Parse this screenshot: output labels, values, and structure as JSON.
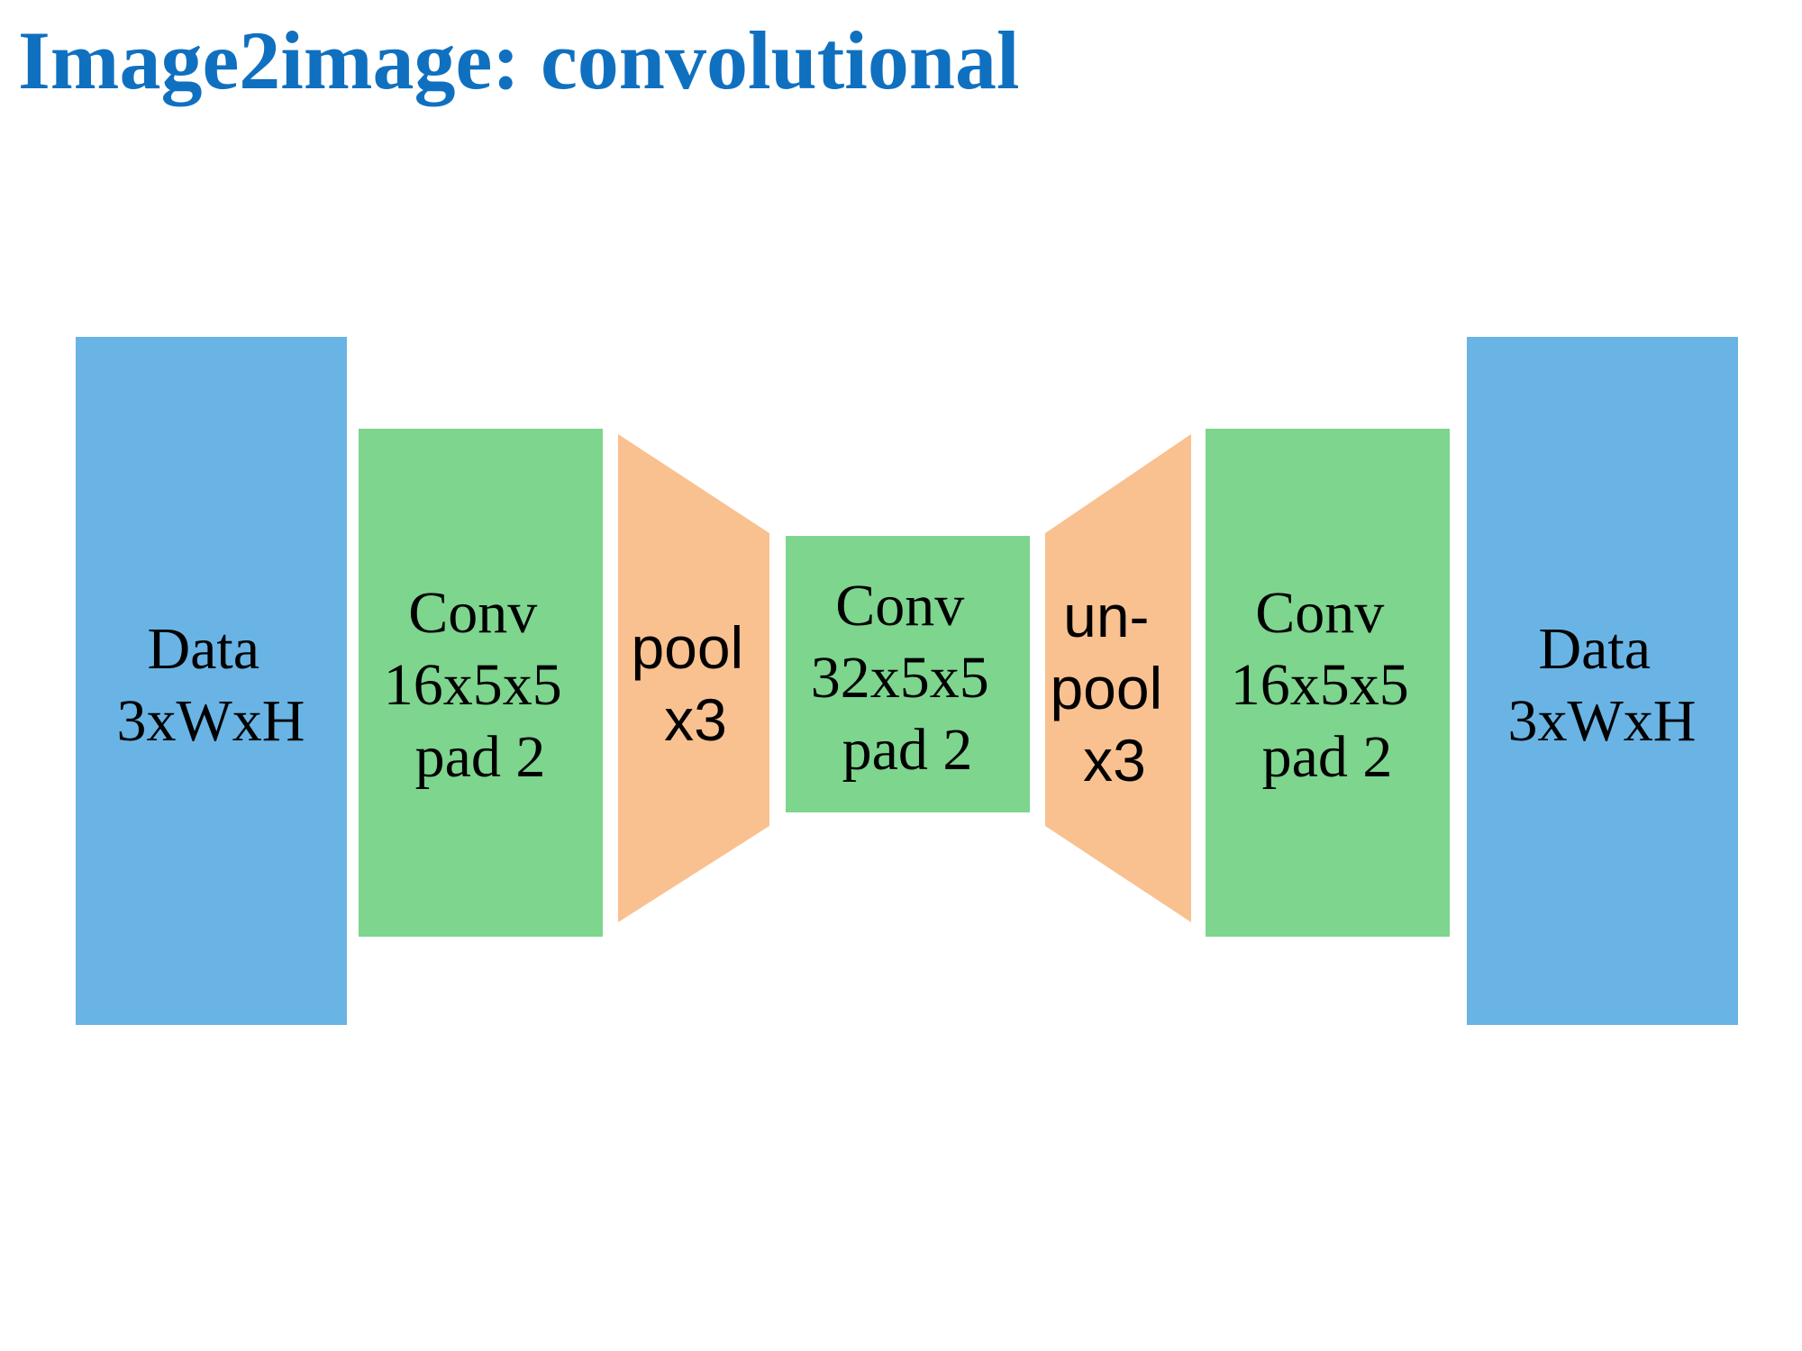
{
  "title": "Image2image: convolutional",
  "colors": {
    "title": "#1070c0",
    "data_block": "#69b4e4",
    "conv_block": "#7dd58e",
    "pool_block": "#f9c190",
    "text": "#000000"
  },
  "blocks": {
    "input_data": {
      "lines": [
        "Data",
        "3xWxH"
      ]
    },
    "conv1": {
      "lines": [
        "Conv",
        "16x5x5",
        "pad 2"
      ]
    },
    "pool": {
      "lines": [
        "pool",
        "x3"
      ]
    },
    "conv2": {
      "lines": [
        "Conv",
        "32x5x5",
        "pad 2"
      ]
    },
    "unpool": {
      "lines": [
        "un-",
        "pool",
        "x3"
      ]
    },
    "conv3": {
      "lines": [
        "Conv",
        "16x5x5",
        "pad 2"
      ]
    },
    "output_data": {
      "lines": [
        "Data",
        "3xWxH"
      ]
    }
  }
}
